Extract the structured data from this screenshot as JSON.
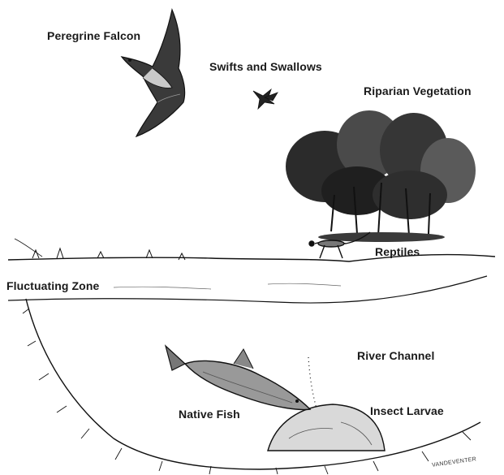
{
  "labels": {
    "peregrine_falcon": "Peregrine Falcon",
    "swifts_swallows": "Swifts and Swallows",
    "riparian_vegetation": "Riparian Vegetation",
    "reptiles": "Reptiles",
    "fluctuating_zone": "Fluctuating Zone",
    "river_channel": "River Channel",
    "native_fish": "Native Fish",
    "insect_larvae": "Insect Larvae"
  },
  "signature": "VANDEVENTER",
  "colors": {
    "ink": "#1a1a1a",
    "foliage": "#2b2b2b",
    "background": "#ffffff"
  }
}
